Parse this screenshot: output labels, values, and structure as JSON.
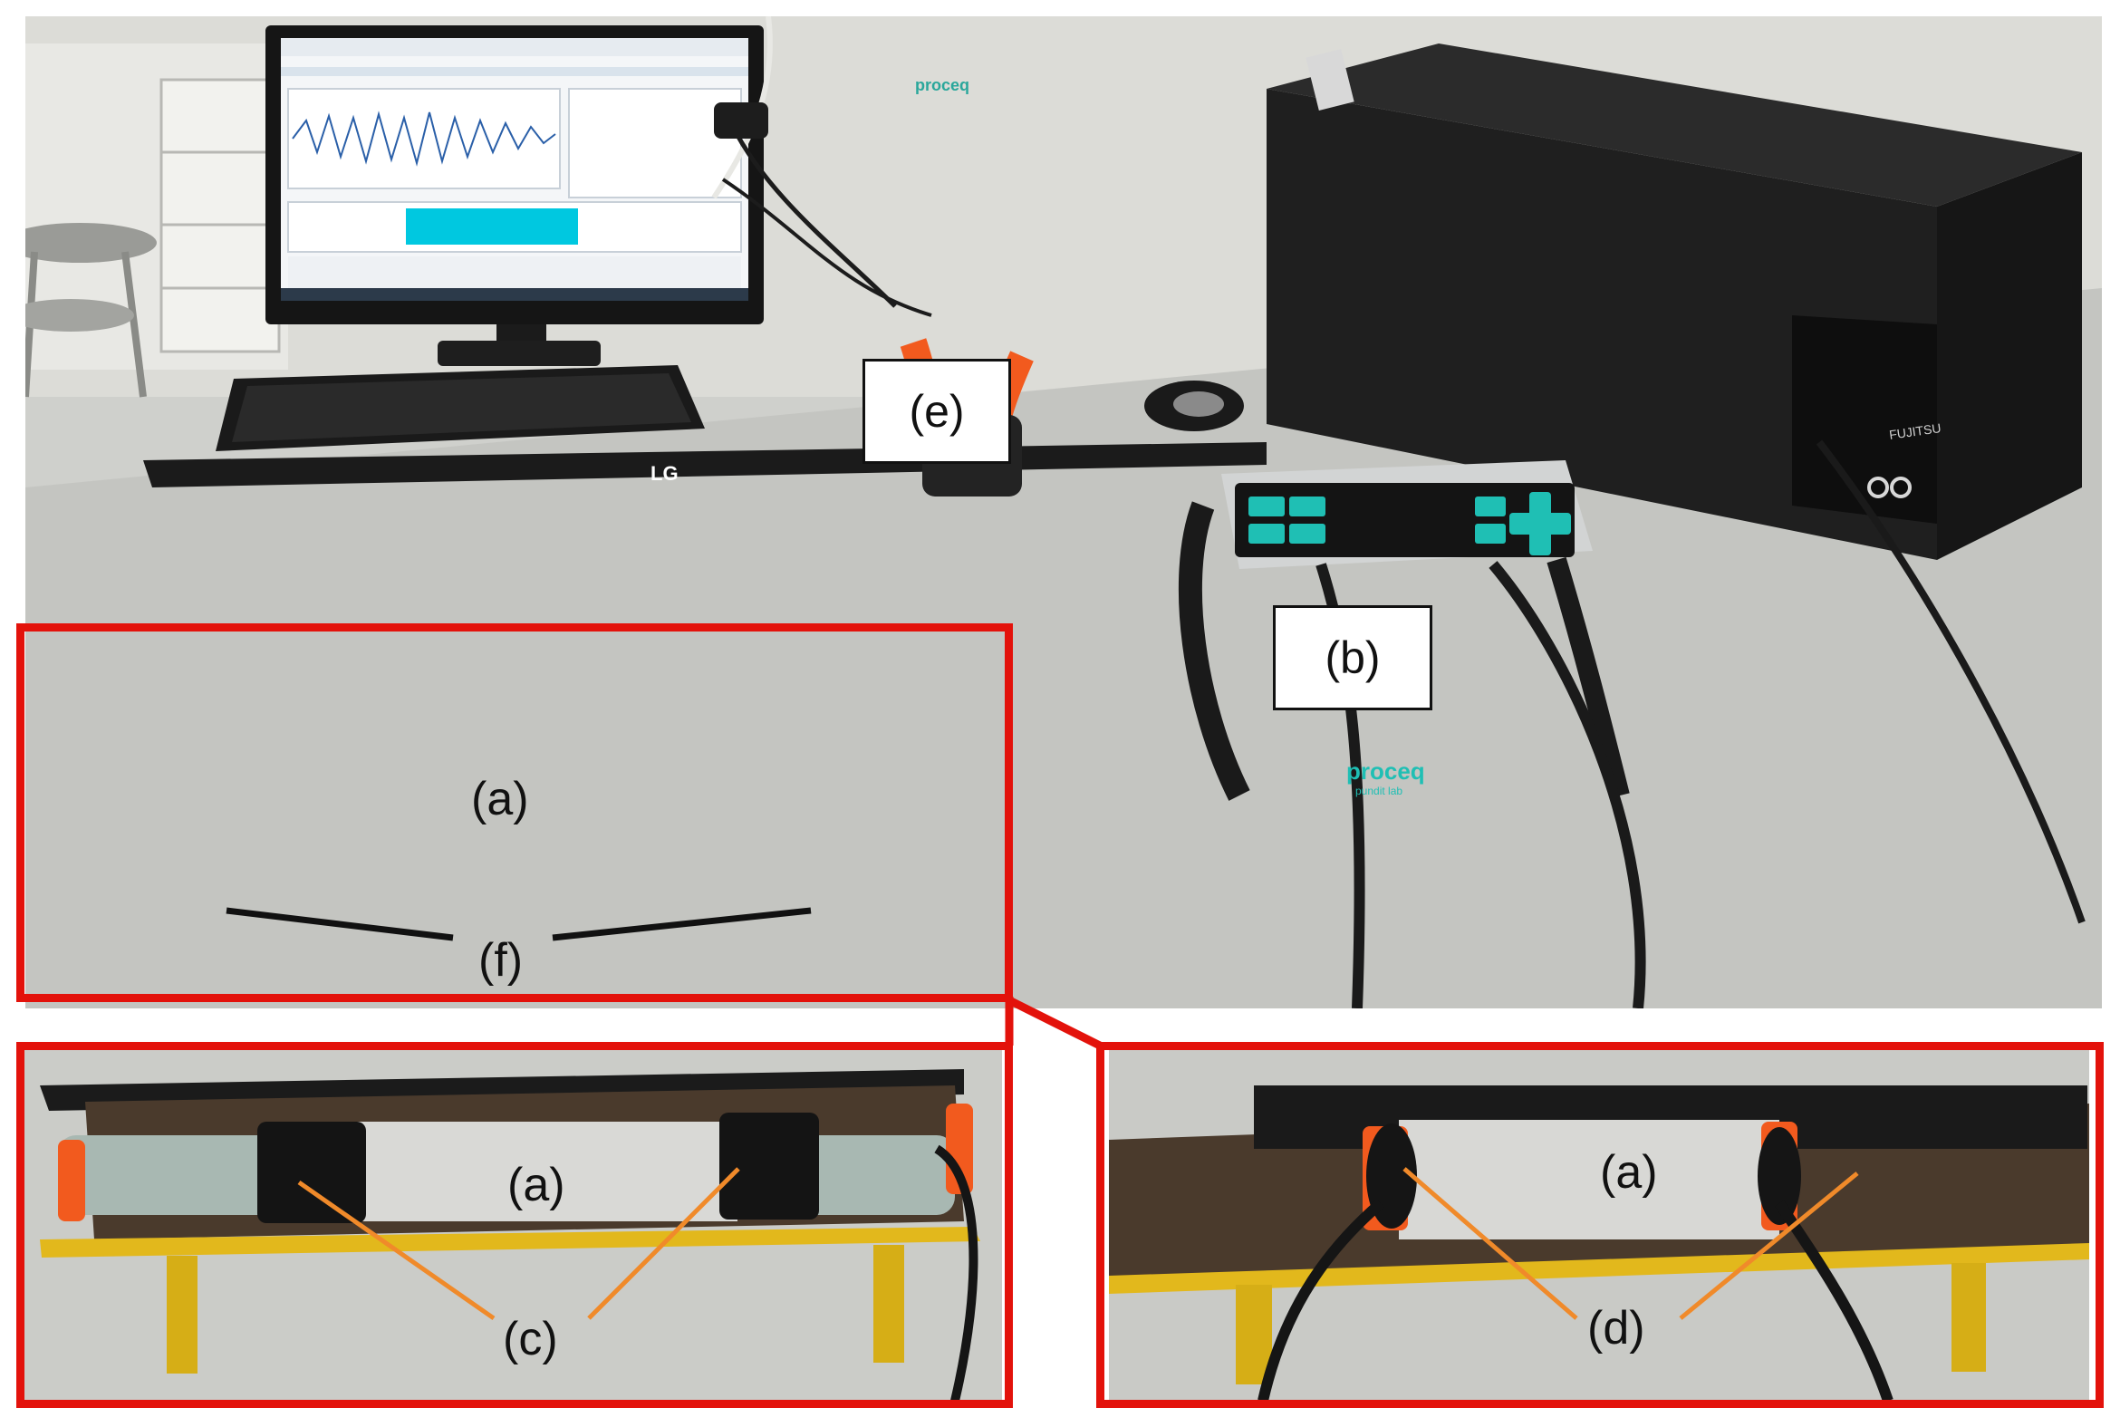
{
  "labels": {
    "specimen": "(a)",
    "device": "(b)",
    "transducers": "(c)",
    "transducer_ends": "(d)",
    "computer": "(e)",
    "support": "(f)"
  },
  "brands": {
    "software": "proceq",
    "monitor": "LG",
    "pc": "FUJITSU",
    "instrument": "proceq",
    "instrument_sub": "pundit lab"
  },
  "colors": {
    "frame": "#e3120b",
    "leader_orange": "#f08a2a",
    "leader_black": "#111111",
    "screen_cyan": "#00c8e0",
    "clamp_orange": "#f25a1e",
    "support_yellow": "#e2b81c"
  }
}
